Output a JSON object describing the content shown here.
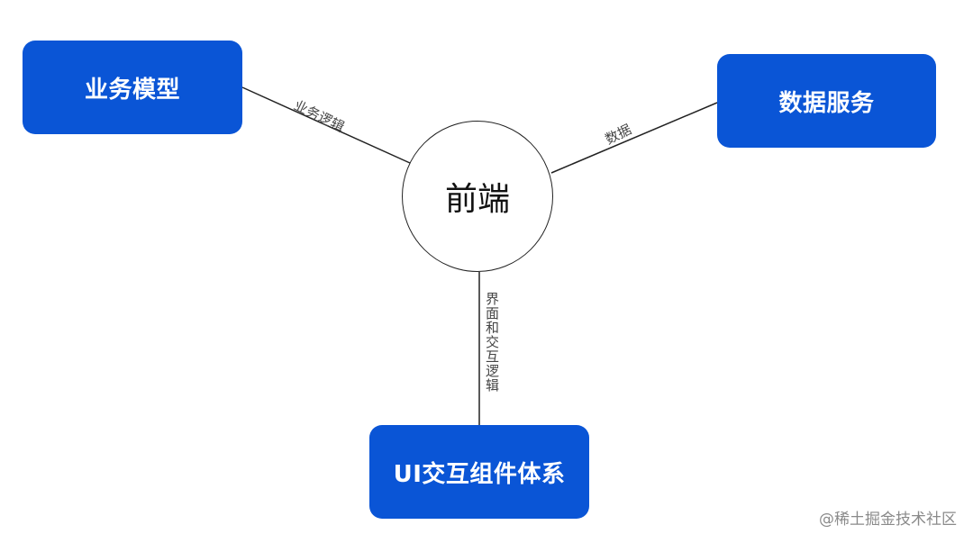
{
  "nodes": {
    "center": "前端",
    "business_model": "业务模型",
    "data_service": "数据服务",
    "ui_system": "UI交互组件体系"
  },
  "edges": {
    "business": "业务逻辑",
    "data": "数据",
    "ui": "界面和交互逻辑"
  },
  "watermark": "@稀土掘金技术社区",
  "colors": {
    "box_fill": "#0a55d6",
    "box_text": "#ffffff",
    "line": "#222222"
  }
}
